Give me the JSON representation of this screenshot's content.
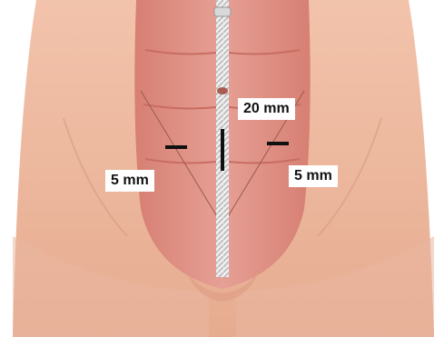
{
  "figure": {
    "type": "anatomical illustration",
    "labels": {
      "umbilical_port": "20 mm",
      "left_port": "5 mm",
      "right_port": "5 mm"
    },
    "colors": {
      "skin": "#e8b39b",
      "muscle": "#d9877a",
      "incision_line": "#cccccc",
      "marker": "#111111"
    }
  }
}
